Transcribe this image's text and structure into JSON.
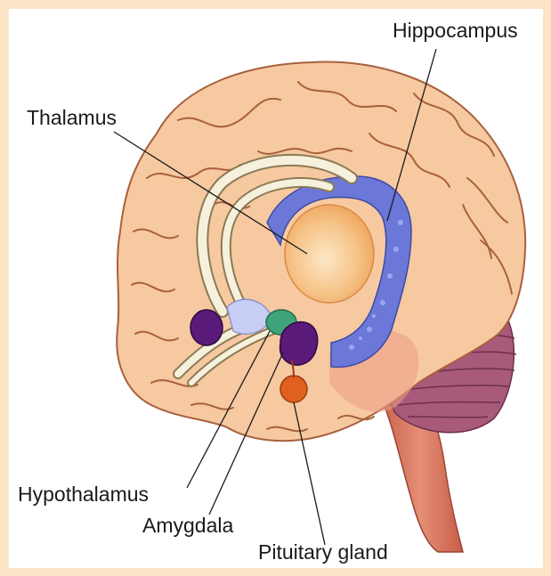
{
  "labels": {
    "hippocampus": "Hippocampus",
    "thalamus": "Thalamus",
    "hypothalamus": "Hypothalamus",
    "amygdala": "Amygdala",
    "pituitary": "Pituitary gland"
  },
  "colors": {
    "page_border": "#fce6c7",
    "background": "#ffffff",
    "cortex": "#f7c9a0",
    "gyri_lines": "#a8603e",
    "cerebellum": "#a85a7a",
    "brainstem": "#d9785f",
    "hippocampus": "#6b78d8",
    "thalamus": "#f2b26a",
    "fornix": "#f6f1dc",
    "amygdala": "#5a1a7a",
    "hypothalamus": "#3fa37a",
    "pituitary": "#e0601f"
  }
}
